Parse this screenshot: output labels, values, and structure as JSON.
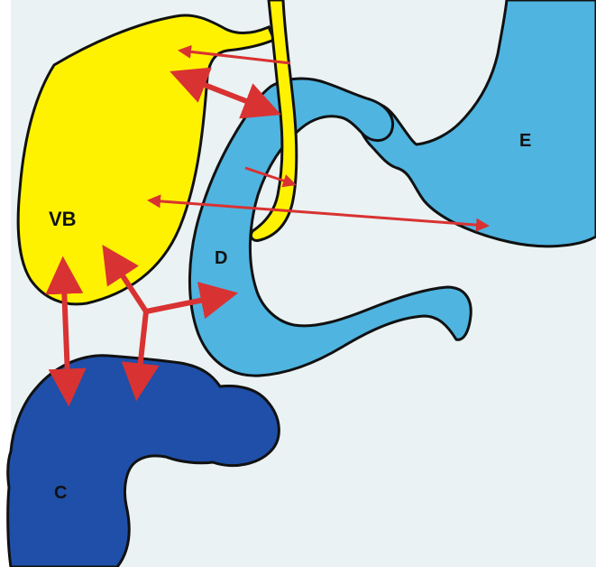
{
  "labels": {
    "gallbladder": "VB",
    "duodenum": "D",
    "stomach": "E",
    "colon": "C"
  },
  "colors": {
    "background": "#eaf2f3",
    "gallbladder": "#fff200",
    "duodenum": "#4fb4e0",
    "stomach": "#4fb4e0",
    "colon": "#1f4fa8",
    "duct": "#fff200",
    "outline": "#111111",
    "arrow": "#d93232"
  }
}
